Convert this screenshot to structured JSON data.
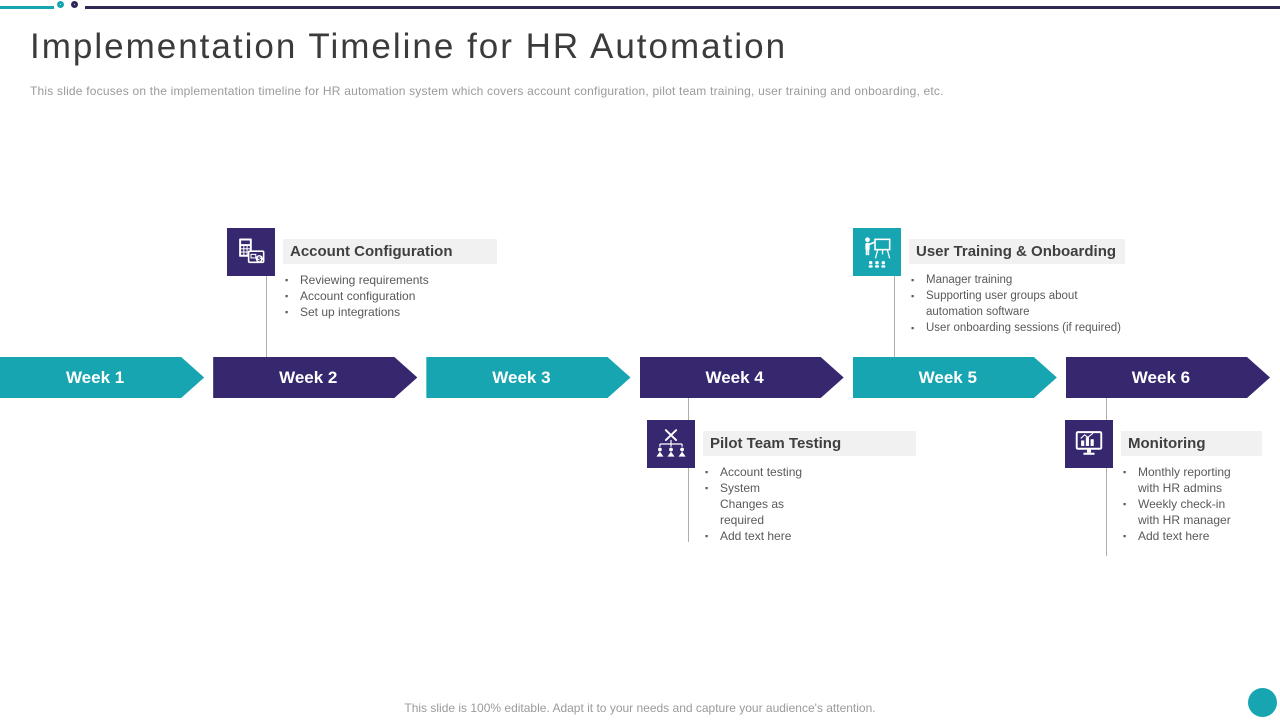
{
  "slide": {
    "title": "Implementation Timeline for HR Automation",
    "subtitle": "This slide focuses on the implementation timeline for HR automation system which covers account configuration, pilot team training, user training and onboarding, etc.",
    "footer_note": "This slide is 100% editable. Adapt it to your needs and capture your audience's attention."
  },
  "colors": {
    "teal_accent": "#17A5B2",
    "purple_accent": "#36276F",
    "top_line_navy": "#2E2956",
    "title_bar_gray": "#F1F1F1",
    "body_text_gray": "#595959"
  },
  "timeline": {
    "weeks": [
      {
        "label": "Week 1",
        "color": "teal"
      },
      {
        "label": "Week 2",
        "color": "purple"
      },
      {
        "label": "Week 3",
        "color": "teal"
      },
      {
        "label": "Week 4",
        "color": "purple"
      },
      {
        "label": "Week 5",
        "color": "teal"
      },
      {
        "label": "Week 6",
        "color": "purple"
      }
    ]
  },
  "callouts": [
    {
      "title": "Account Configuration",
      "icon": "calculator-card-icon",
      "accent": "purple",
      "position": "above Week 2",
      "bullets": [
        "Reviewing requirements",
        "Account configuration",
        "Set up integrations"
      ]
    },
    {
      "title": "User Training & Onboarding",
      "icon": "trainer-presentation-icon",
      "accent": "teal",
      "position": "above Week 5",
      "bullets": [
        "Manager training",
        "Supporting user groups about automation software",
        "User onboarding sessions (if required)"
      ]
    },
    {
      "title": "Pilot Team Testing",
      "icon": "team-hierarchy-tools-icon",
      "accent": "purple",
      "position": "below Week 4",
      "bullets": [
        "Account testing",
        "System Changes as required",
        "Add text here"
      ]
    },
    {
      "title": "Monitoring",
      "icon": "monitor-chart-icon",
      "accent": "purple",
      "position": "below Week 6",
      "bullets": [
        "Monthly reporting with HR admins",
        "Weekly check-in with HR manager",
        "Add text here"
      ]
    }
  ]
}
